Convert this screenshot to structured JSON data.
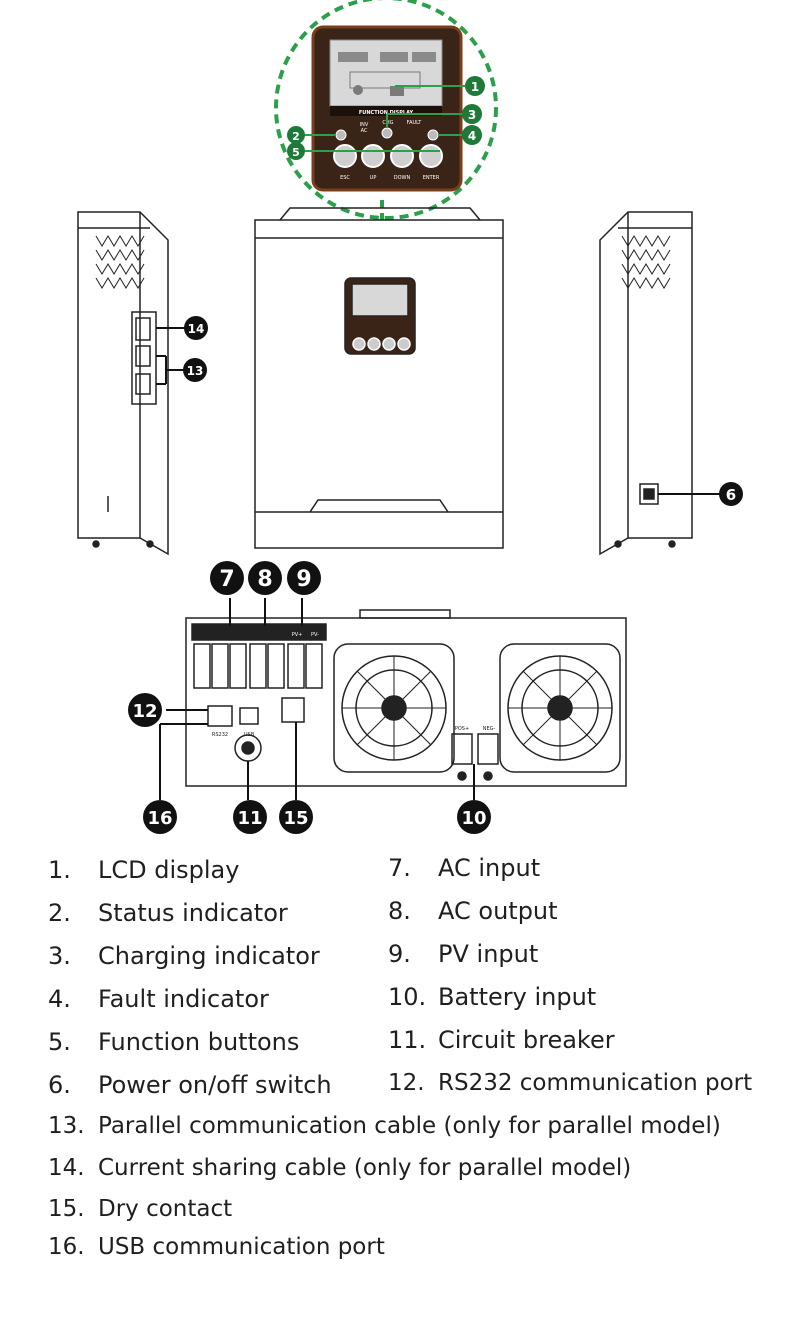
{
  "panel": {
    "function_display_label": "FUNCTION DISPLAY",
    "indicator_labels": [
      "INV",
      "AC",
      "CHG",
      "FAULT"
    ],
    "button_labels": [
      "ESC",
      "UP",
      "DOWN",
      "ENTER"
    ]
  },
  "rear": {
    "pv_labels": [
      "PV+",
      "PV-"
    ],
    "battery_labels": [
      "POS+",
      "NEG-"
    ],
    "port_labels": [
      "RS232",
      "USB"
    ]
  },
  "callouts": [
    "1",
    "2",
    "3",
    "4",
    "5",
    "6",
    "7",
    "8",
    "9",
    "10",
    "11",
    "12",
    "13",
    "14",
    "15",
    "16"
  ],
  "legend": [
    {
      "num": "1.",
      "label": "LCD display"
    },
    {
      "num": "2.",
      "label": "Status indicator"
    },
    {
      "num": "3.",
      "label": "Charging indicator"
    },
    {
      "num": "4.",
      "label": "Fault indicator"
    },
    {
      "num": "5.",
      "label": "Function buttons"
    },
    {
      "num": "6.",
      "label": "Power on/off switch"
    },
    {
      "num": "7.",
      "label": "AC input"
    },
    {
      "num": "8.",
      "label": "AC output"
    },
    {
      "num": "9.",
      "label": "PV input"
    },
    {
      "num": "10.",
      "label": "Battery input"
    },
    {
      "num": "11.",
      "label": "Circuit breaker"
    },
    {
      "num": "12.",
      "label": "RS232 communication port"
    },
    {
      "num": "13.",
      "label": "Parallel communication cable (only for parallel model)"
    },
    {
      "num": "14.",
      "label": "Current sharing cable (only for parallel model)"
    },
    {
      "num": "15.",
      "label": "Dry contact"
    },
    {
      "num": "16.",
      "label": "USB communication port"
    }
  ]
}
